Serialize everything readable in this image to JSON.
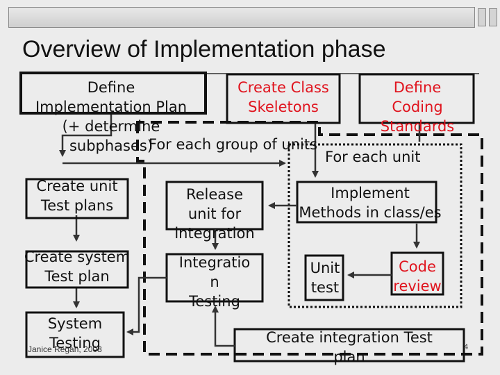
{
  "title": "Overview of Implementation phase",
  "nodes": {
    "define_plan": "Define\nImplementation Plan\n(+ determine\nsubphases)",
    "create_class": "Create Class\nSkeletons",
    "define_coding": "Define\nCoding\nStandards",
    "group_label": "For each group of units",
    "unit_label": "For each unit",
    "unit_test_plans": "Create unit\nTest plans",
    "system_test_plan": "Create system\nTest plan",
    "system_testing": "System\nTesting",
    "release_unit": "Release\nunit for\nintegration",
    "integration_testing": "Integratio\nn\nTesting",
    "implement_methods": "Implement\nMethods in class/es",
    "unit_test": "Unit\ntest",
    "code_review": "Code\nreview",
    "integration_test_plan": "Create integration Test\nplan"
  },
  "footer": "Janice Regan, 2008",
  "page_number": "4",
  "colors": {
    "accent_red": "#e0141e",
    "text": "#111111",
    "background": "#ececec"
  }
}
